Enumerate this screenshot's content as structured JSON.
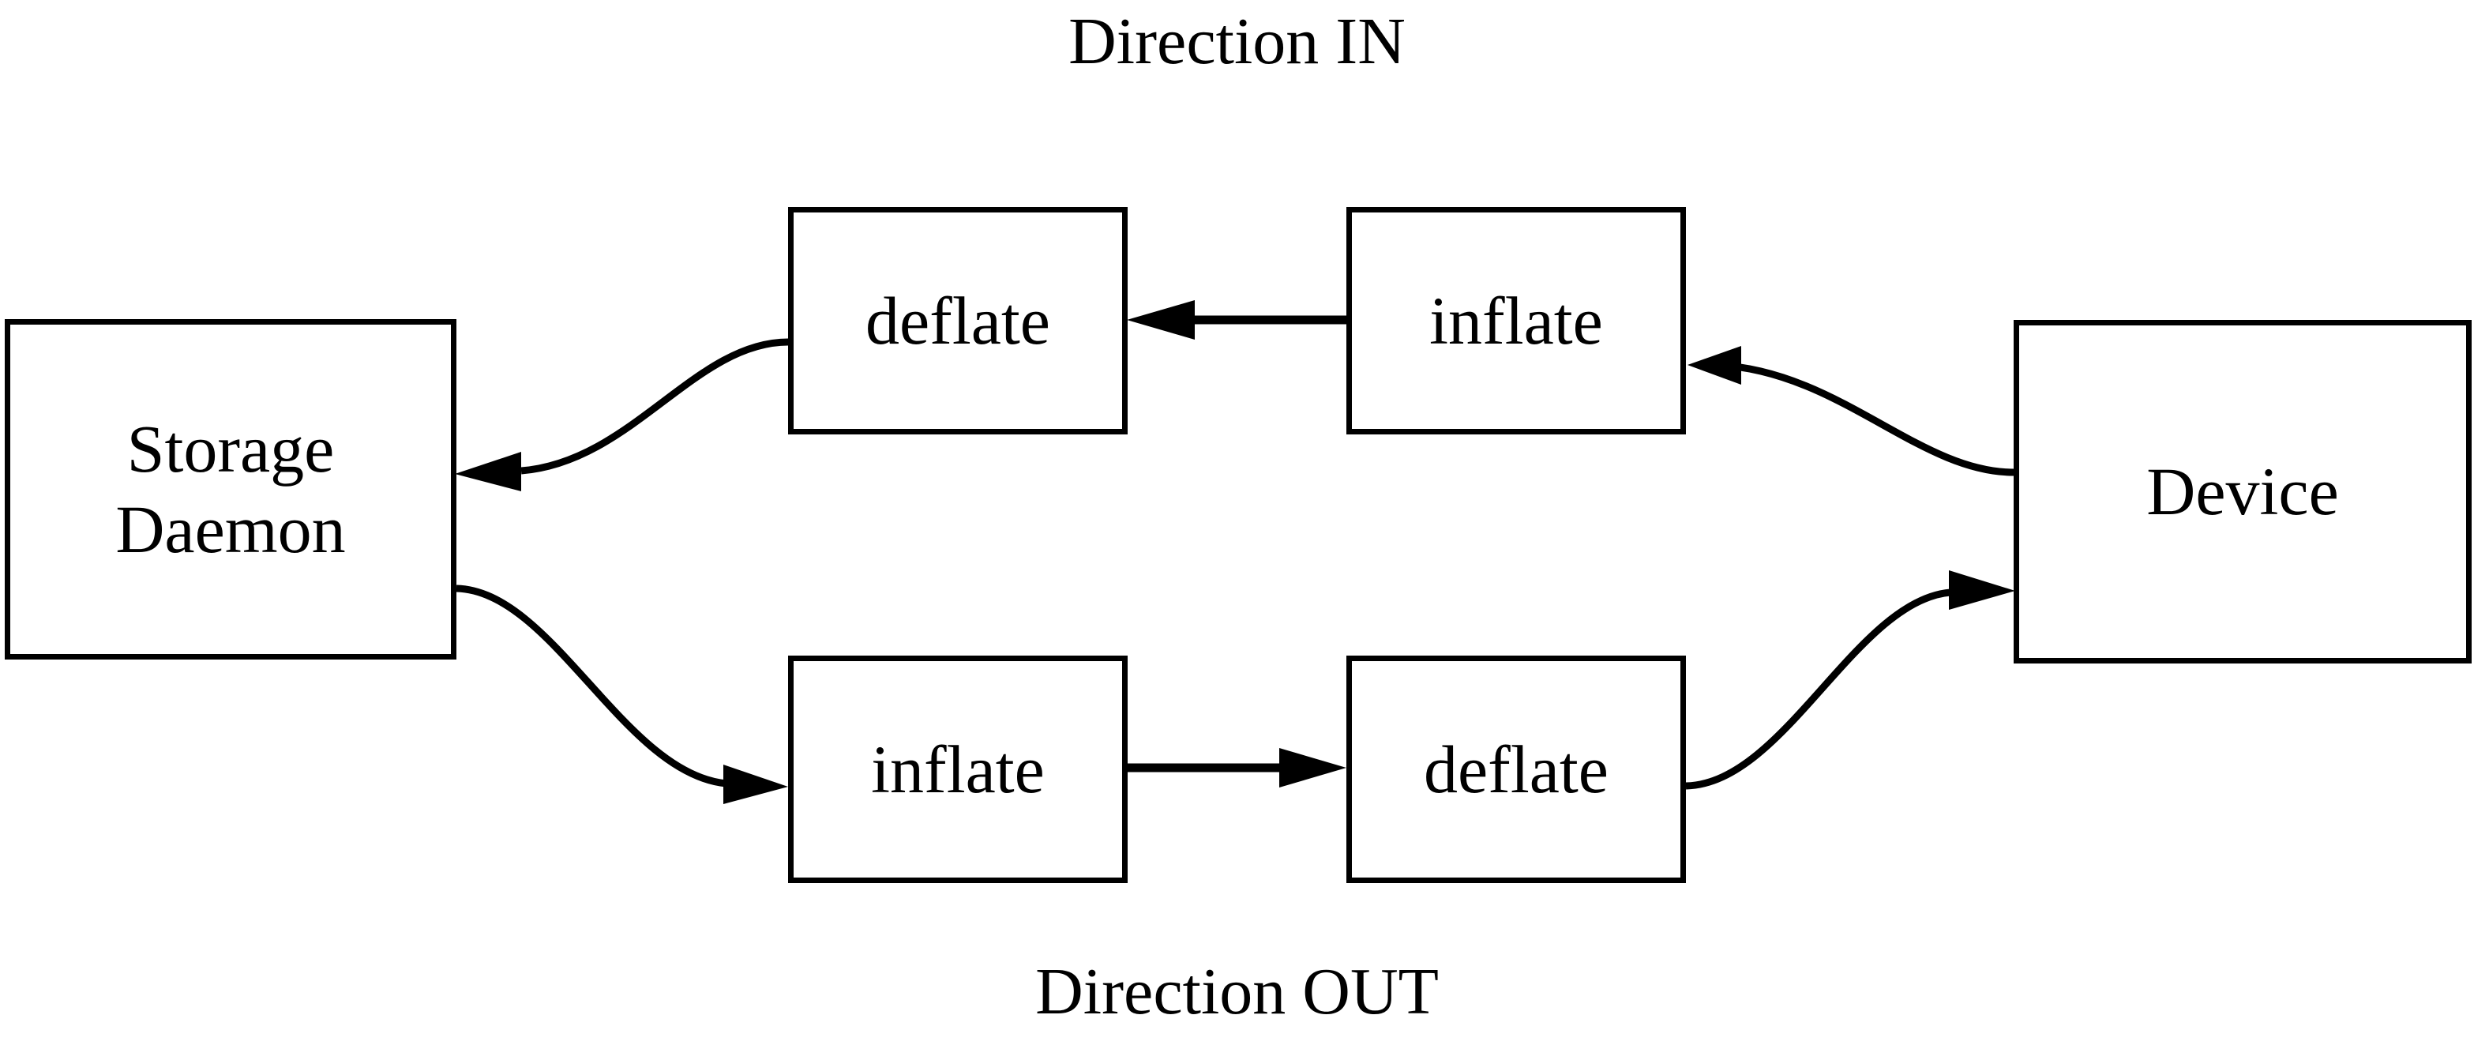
{
  "diagram": {
    "title_top": "Direction IN",
    "title_bottom": "Direction OUT",
    "stroke_color": "#000000",
    "background_color": "#ffffff",
    "nodes": [
      {
        "id": "storage-daemon",
        "label_line1": "Storage",
        "label_line2": "Daemon"
      },
      {
        "id": "deflate-in",
        "label": "deflate"
      },
      {
        "id": "inflate-in",
        "label": "inflate"
      },
      {
        "id": "device",
        "label": "Device"
      },
      {
        "id": "inflate-out",
        "label": "inflate"
      },
      {
        "id": "deflate-out",
        "label": "deflate"
      }
    ],
    "edges": [
      {
        "id": "device-to-inflate-in",
        "from": "device",
        "to": "inflate-in",
        "style": "curve",
        "arrow": "left"
      },
      {
        "id": "inflate-in-to-deflate-in",
        "from": "inflate-in",
        "to": "deflate-in",
        "style": "straight",
        "arrow": "left"
      },
      {
        "id": "deflate-in-to-storage-daemon",
        "from": "deflate-in",
        "to": "storage-daemon",
        "style": "curve",
        "arrow": "left"
      },
      {
        "id": "storage-daemon-to-inflate-out",
        "from": "storage-daemon",
        "to": "inflate-out",
        "style": "curve",
        "arrow": "right"
      },
      {
        "id": "inflate-out-to-deflate-out",
        "from": "inflate-out",
        "to": "deflate-out",
        "style": "straight",
        "arrow": "right"
      },
      {
        "id": "deflate-out-to-device",
        "from": "deflate-out",
        "to": "device",
        "style": "curve",
        "arrow": "right"
      }
    ]
  }
}
